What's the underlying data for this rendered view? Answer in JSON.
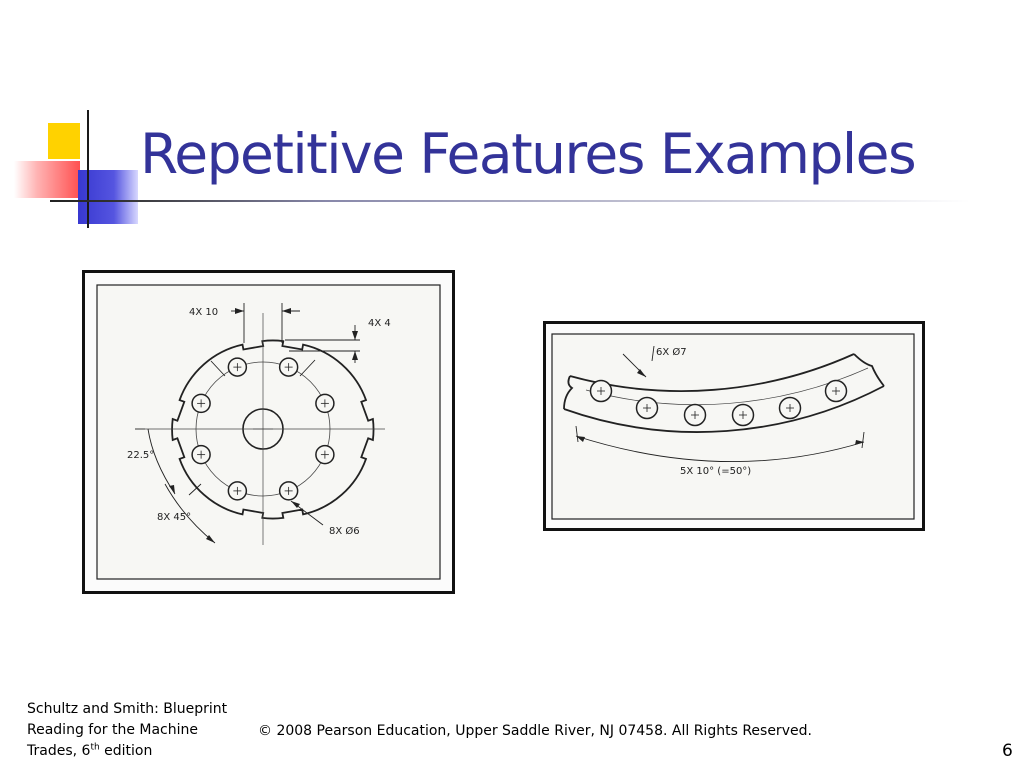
{
  "slide": {
    "title": "Repetitive Features Examples",
    "page_number": "6"
  },
  "footer": {
    "citation_line1": "Schultz and Smith: Blueprint",
    "citation_line2": "Reading for the Machine",
    "citation_line3_prefix": "Trades, 6",
    "citation_line3_sup": "th",
    "citation_line3_suffix": " edition",
    "copyright": "© 2008 Pearson Education, Upper Saddle River, NJ 07458. All Rights Reserved."
  },
  "figure_left": {
    "label_top_width": "4X 10",
    "label_slot_depth": "4X 4",
    "label_angle_offset": "22.5°",
    "label_angle_spacing": "8X 45°",
    "label_hole_diameter": "8X Ø6"
  },
  "figure_right": {
    "label_hole_diameter": "6X Ø7",
    "label_spacing": "5X 10° (=50°)"
  },
  "colors": {
    "title": "#333399",
    "accent_yellow": "#ffd200",
    "accent_red": "#ff5050",
    "accent_blue": "#3838d0"
  }
}
